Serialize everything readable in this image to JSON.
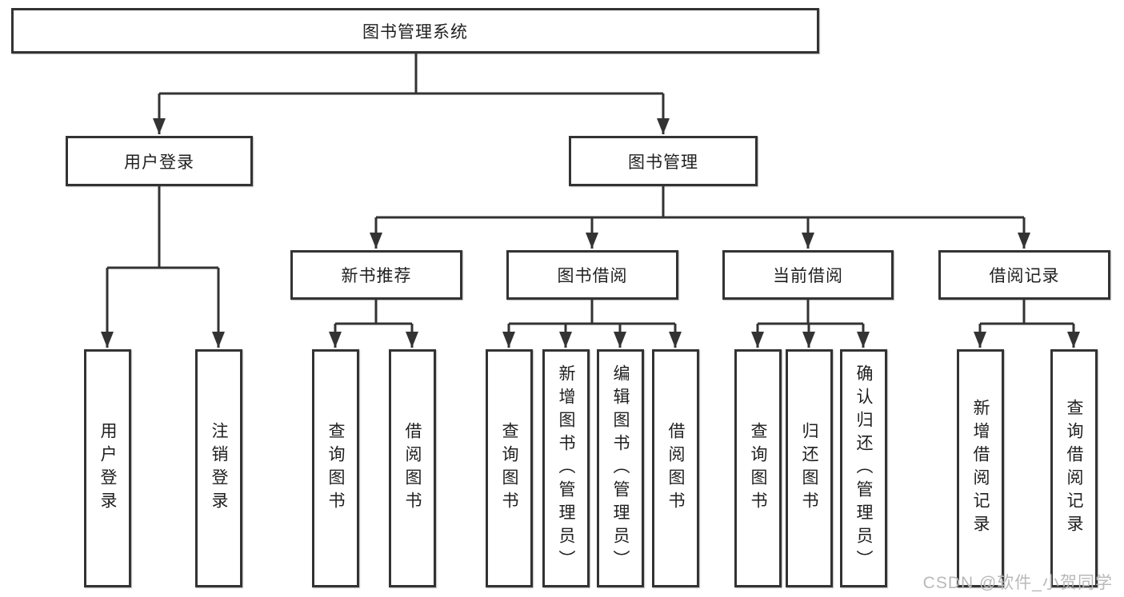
{
  "root": {
    "label": "图书管理系统"
  },
  "level2": {
    "user_login": {
      "label": "用户登录"
    },
    "book_mgmt": {
      "label": "图书管理"
    }
  },
  "level3": {
    "new_books": {
      "label": "新书推荐"
    },
    "book_borrow": {
      "label": "图书借阅"
    },
    "current_borrow": {
      "label": "当前借阅"
    },
    "borrow_records": {
      "label": "借阅记录"
    }
  },
  "leaves": {
    "user_login": [
      "用户登录",
      "注销登录"
    ],
    "new_books": [
      "查询图书",
      "借阅图书"
    ],
    "book_borrow": [
      "查询图书",
      "新增图书（管理员）",
      "编辑图书（管理员）",
      "借阅图书"
    ],
    "current_borrow": [
      "查询图书",
      "归还图书",
      "确认归还（管理员）"
    ],
    "borrow_records": [
      "新增借阅记录",
      "查询借阅记录"
    ]
  },
  "watermark": "CSDN @软件_小贺同学",
  "colors": {
    "line": "#333333",
    "text": "#1f1f1f",
    "watermark": "#b9b9b9",
    "background": "#ffffff"
  }
}
